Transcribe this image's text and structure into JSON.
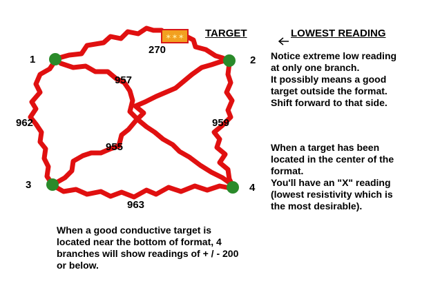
{
  "headings": {
    "target": "TARGET",
    "arrow": "←",
    "lowest": "LOWEST READING"
  },
  "nodes": [
    {
      "label": "1"
    },
    {
      "label": "2"
    },
    {
      "label": "3"
    },
    {
      "label": "4"
    }
  ],
  "readings": {
    "top": "270",
    "left": "962",
    "right": "959",
    "bottom": "963",
    "diag_1_4": "957",
    "diag_3_2": "955"
  },
  "notes": {
    "top_right": [
      "Notice extreme low reading",
      "at only one branch.",
      "It possibly means a good",
      "target outside the format.",
      "Shift forward to that side."
    ],
    "middle_right": [
      "When a target has been",
      "located in the center of the",
      "format.",
      "You'll have an \"X\" reading",
      "(lowest resistivity which is",
      "the most desirable)."
    ],
    "bottom": [
      "When a good conductive target is",
      "located near the bottom of format, 4",
      "branches will show readings of + / - 200",
      "or below."
    ]
  },
  "colors": {
    "wire": "#e01010",
    "node": "#2a8a2a",
    "target_fill": "#f2a020",
    "target_border": "#d81818"
  }
}
